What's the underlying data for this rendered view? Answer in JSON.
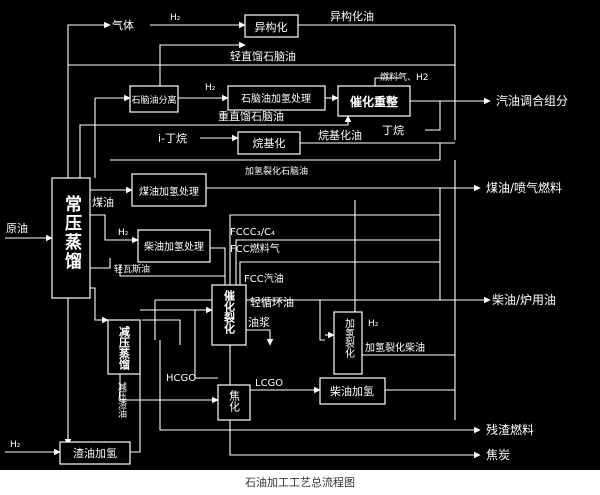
{
  "caption": "石油加工工艺总流程图",
  "units": {
    "atm": "常压蒸馏",
    "isom": "异构化",
    "naph_split": "石脑油分离",
    "naph_ht": "石脑油加氢处理",
    "reform": "催化重整",
    "alky": "烷基化",
    "kero_ht": "煤油加氢处理",
    "diesel_ht1": "柴油加氢处理",
    "vac": "减压蒸馏",
    "fcc": "催化裂化",
    "hydrocrack": "加氢裂化",
    "coker": "焦化",
    "diesel_ht2": "柴油加氢",
    "resid_ht": "渣油加氢"
  },
  "labels": {
    "crude": "原油",
    "gas": "气体",
    "h2_top": "H₂",
    "h2_naph": "H₂",
    "h2_diesel": "H₂",
    "h2_hc": "H₂",
    "h2_resid": "H₂",
    "isom_oil": "异构化油",
    "light_naph": "轻直馏石脑油",
    "fuel_gas_h2": "燃料气、H2",
    "heavy_naph": "重直馏石脑油",
    "i_butane": "i-丁烷",
    "butane": "丁烷",
    "alkylate": "烷基化油",
    "hc_naph": "加氢裂化石脑油",
    "kerosene": "煤油",
    "light_gasoil": "轻瓦斯油",
    "fccc": "FCCC₃/C₄",
    "fcc_fuelgas": "FCC燃料气",
    "fcc_gasoline": "FCC汽油",
    "lco": "轻循环油",
    "slurry": "油浆",
    "hc_diesel": "加氢裂化柴油",
    "hcgo": "HCGO",
    "lcgo": "LCGO",
    "vac_resid": "减压渣油"
  },
  "products": {
    "gasoline": "汽油调合组分",
    "jet": "煤油/喷气燃料",
    "diesel": "柴油/炉用油",
    "resid_fuel": "残渣燃料",
    "coke": "焦炭"
  }
}
